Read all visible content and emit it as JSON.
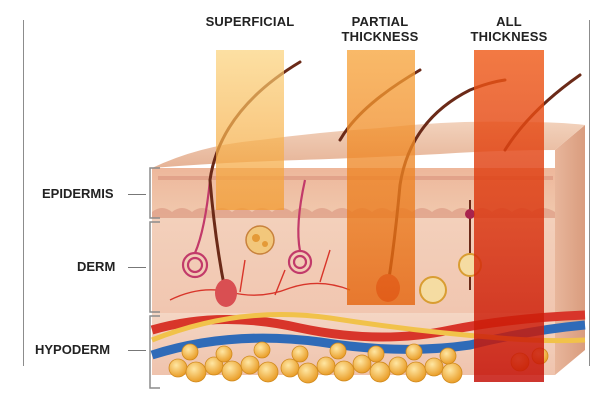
{
  "columns": [
    {
      "id": "superficial",
      "lines": [
        "",
        "SUPERFICIAL"
      ],
      "color": "#f3a33a"
    },
    {
      "id": "partial",
      "lines": [
        "PARTIAL",
        "THICKNESS"
      ],
      "color": "#ef7a12"
    },
    {
      "id": "all",
      "lines": [
        "ALL",
        "THICKNESS"
      ],
      "color": "#e2260c"
    }
  ],
  "layers": [
    {
      "id": "epidermis",
      "label": "EPIDERMIS"
    },
    {
      "id": "derm",
      "label": "DERM"
    },
    {
      "id": "hypoderm",
      "label": "HYPODERM"
    }
  ],
  "colors": {
    "skin_surface": "#e9c2a6",
    "epidermis": "#efc3a4",
    "dermis": "#f2cdb6",
    "hypoderm": "#f7dcc9",
    "fat": "#f3b03c",
    "vein": "#2f6bb8",
    "artery": "#d8352a",
    "nerve": "#f1c24a",
    "hair": "#6b2a18"
  }
}
